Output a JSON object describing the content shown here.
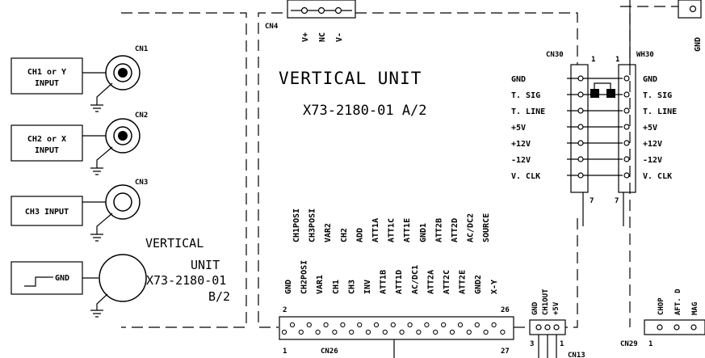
{
  "inputs": [
    {
      "line1": "CH1 or Y",
      "line2": "INPUT",
      "connector": "CN1"
    },
    {
      "line1": "CH2 or X",
      "line2": "INPUT",
      "connector": "CN2"
    },
    {
      "line1": "CH3 INPUT",
      "line2": "",
      "connector": "CN3"
    },
    {
      "line1": "",
      "line2": "GND",
      "connector": ""
    }
  ],
  "left_unit": {
    "line1": "VERTICAL",
    "line2": "UNIT",
    "line3": "X73-2180-01",
    "line4": "B/2"
  },
  "main_unit": {
    "title": "VERTICAL UNIT",
    "part": "X73-2180-01 A/2"
  },
  "cn4": {
    "label": "CN4",
    "pins": [
      "V+",
      "NC",
      "V-"
    ]
  },
  "cn30": {
    "label": "CN30",
    "pin_top": "1",
    "pin_bottom": "7"
  },
  "wh30": {
    "label": "WH30",
    "pin_top": "1",
    "pin_bottom": "7"
  },
  "cn30_signals": [
    "GND",
    "T. SIG",
    "T. LINE",
    "+5V",
    "+12V",
    "-12V",
    "V. CLK"
  ],
  "wh30_signals": [
    "GND",
    "T. SIG",
    "T. LINE",
    "+5V",
    "+12V",
    "-12V",
    "V. CLK"
  ],
  "cn26": {
    "label": "CN26",
    "pin_first_top": "2",
    "pin_last_top": "26",
    "pin_first_bottom": "1",
    "pin_last_bottom": "27",
    "top_row": [
      "CH1POSI",
      "CH3POSI",
      "VAR2",
      "CH2",
      "ADD",
      "ATT1A",
      "ATT1C",
      "ATT1E",
      "GND1",
      "ATT2B",
      "ATT2D",
      "AC/DC2",
      "SOURCE"
    ],
    "bottom_row": [
      "GND",
      "CH2POSI",
      "VAR1",
      "CH1",
      "CH3",
      "INV",
      "ATT1B",
      "ATT1D",
      "AC/DC1",
      "ATT2A",
      "ATT2C",
      "ATT2E",
      "GND2",
      "X-Y"
    ]
  },
  "cn13": {
    "label": "CN13",
    "signals": [
      "GND",
      "CH1OUT",
      "+5V"
    ],
    "pin_left": "3",
    "pin_right": "1"
  },
  "cn29": {
    "label": "CN29",
    "pin": "1",
    "signals": [
      "CHOP",
      "AFT. D",
      "MAG"
    ]
  },
  "top_right": {
    "signal": "GND"
  }
}
